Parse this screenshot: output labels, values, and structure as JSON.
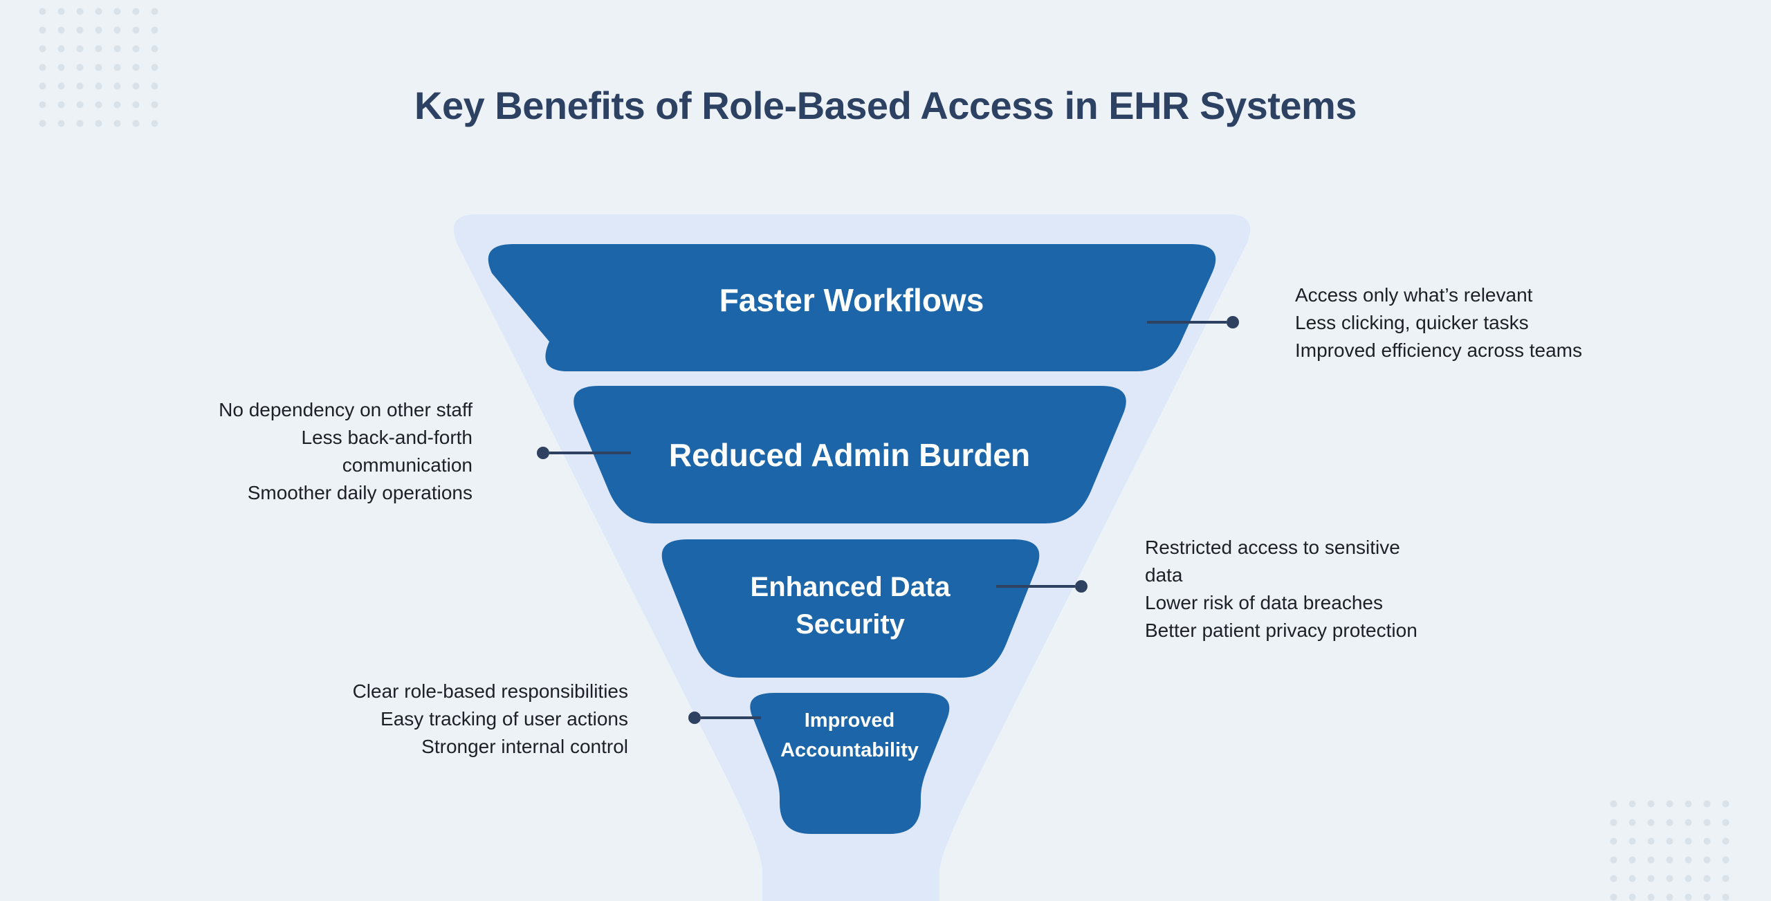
{
  "title": "Key Benefits of Role-Based Access in EHR Systems",
  "colors": {
    "background": "#edf2f7",
    "funnel_outline": "#dee8f8",
    "segment_fill": "#1c65a8",
    "title_text": "#2d4263",
    "connector": "#2e4160",
    "annotation_text": "#1d2026",
    "segment_text": "#ffffff",
    "corner_dots": "#d9e2e9"
  },
  "funnel": {
    "segments": [
      {
        "id": "faster-workflows",
        "label_lines": [
          "Faster Workflows"
        ]
      },
      {
        "id": "reduced-admin-burden",
        "label_lines": [
          "Reduced Admin Burden"
        ]
      },
      {
        "id": "enhanced-data-security",
        "label_lines": [
          "Enhanced Data",
          "Security"
        ]
      },
      {
        "id": "improved-accountability",
        "label_lines": [
          "Improved",
          "Accountability"
        ]
      }
    ]
  },
  "annotations": [
    {
      "id": "faster-workflows-points",
      "side": "right",
      "lines": [
        "Access only what’s relevant",
        "Less clicking, quicker tasks",
        "Improved efficiency across teams"
      ]
    },
    {
      "id": "reduced-admin-burden-points",
      "side": "left",
      "lines": [
        "No dependency on other staff",
        "Less back-and-forth",
        "communication",
        "Smoother daily operations"
      ]
    },
    {
      "id": "enhanced-data-security-points",
      "side": "right",
      "lines": [
        "Restricted access to sensitive",
        "data",
        "Lower risk of data breaches",
        "Better patient privacy protection"
      ]
    },
    {
      "id": "improved-accountability-points",
      "side": "left",
      "lines": [
        "Clear role-based responsibilities",
        "Easy tracking of user actions",
        "Stronger internal control"
      ]
    }
  ]
}
